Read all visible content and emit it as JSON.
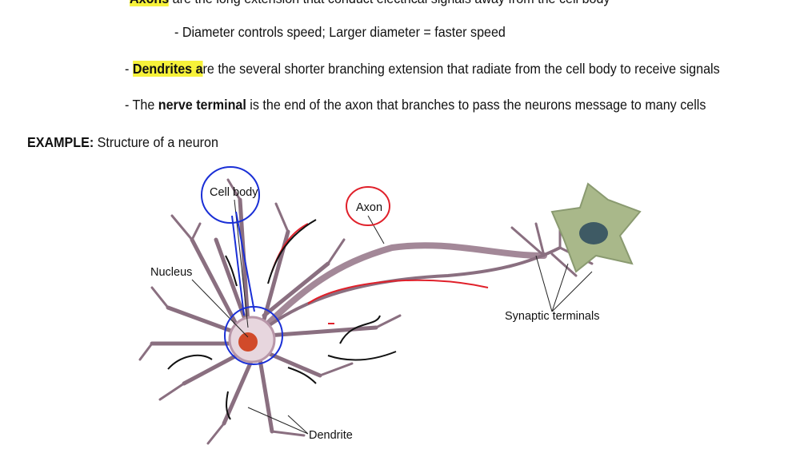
{
  "notes": {
    "axon_term": "Axons",
    "axon_rest": " are the long extension that conduct electrical signals away from the cell body",
    "diameter": "- Diameter controls speed; Larger diameter = faster speed",
    "dendrites_prefix": "- ",
    "dendrites_term_a": "Dendrites a",
    "dendrites_rest": "re the several shorter branching extension that radiate from the cell body to receive signals",
    "terminal_prefix": "- The ",
    "terminal_term": "nerve terminal",
    "terminal_rest": " is the end of the axon that branches to pass the neurons message to many cells"
  },
  "example": {
    "label": "EXAMPLE:",
    "text": " Structure of a neuron"
  },
  "diagram": {
    "labels": {
      "cell_body": "Cell body",
      "axon": "Axon",
      "nucleus": "Nucleus",
      "synaptic_terminals": "Synaptic terminals",
      "dendrite": "Dendrite"
    },
    "colors": {
      "neuron": "#8a6f80",
      "annotation_blue": "#1a2fd6",
      "annotation_red": "#e0202a",
      "highlight": "#f7f23a"
    }
  }
}
